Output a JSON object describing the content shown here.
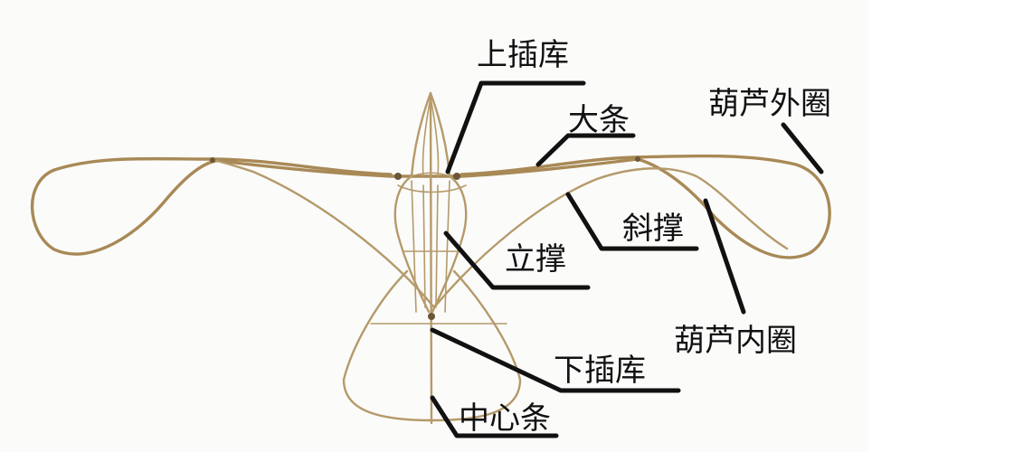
{
  "labels": {
    "upper_socket": "上插库",
    "main_strip": "大条",
    "outer_gourd_ring": "葫芦外圈",
    "diagonal_brace": "斜撑",
    "vertical_brace": "立撑",
    "inner_gourd_ring": "葫芦内圈",
    "lower_socket": "下插库",
    "center_strip": "中心条"
  },
  "colors": {
    "frame": "#b59a6a",
    "leader": "#111111",
    "background": "#ffffff"
  }
}
